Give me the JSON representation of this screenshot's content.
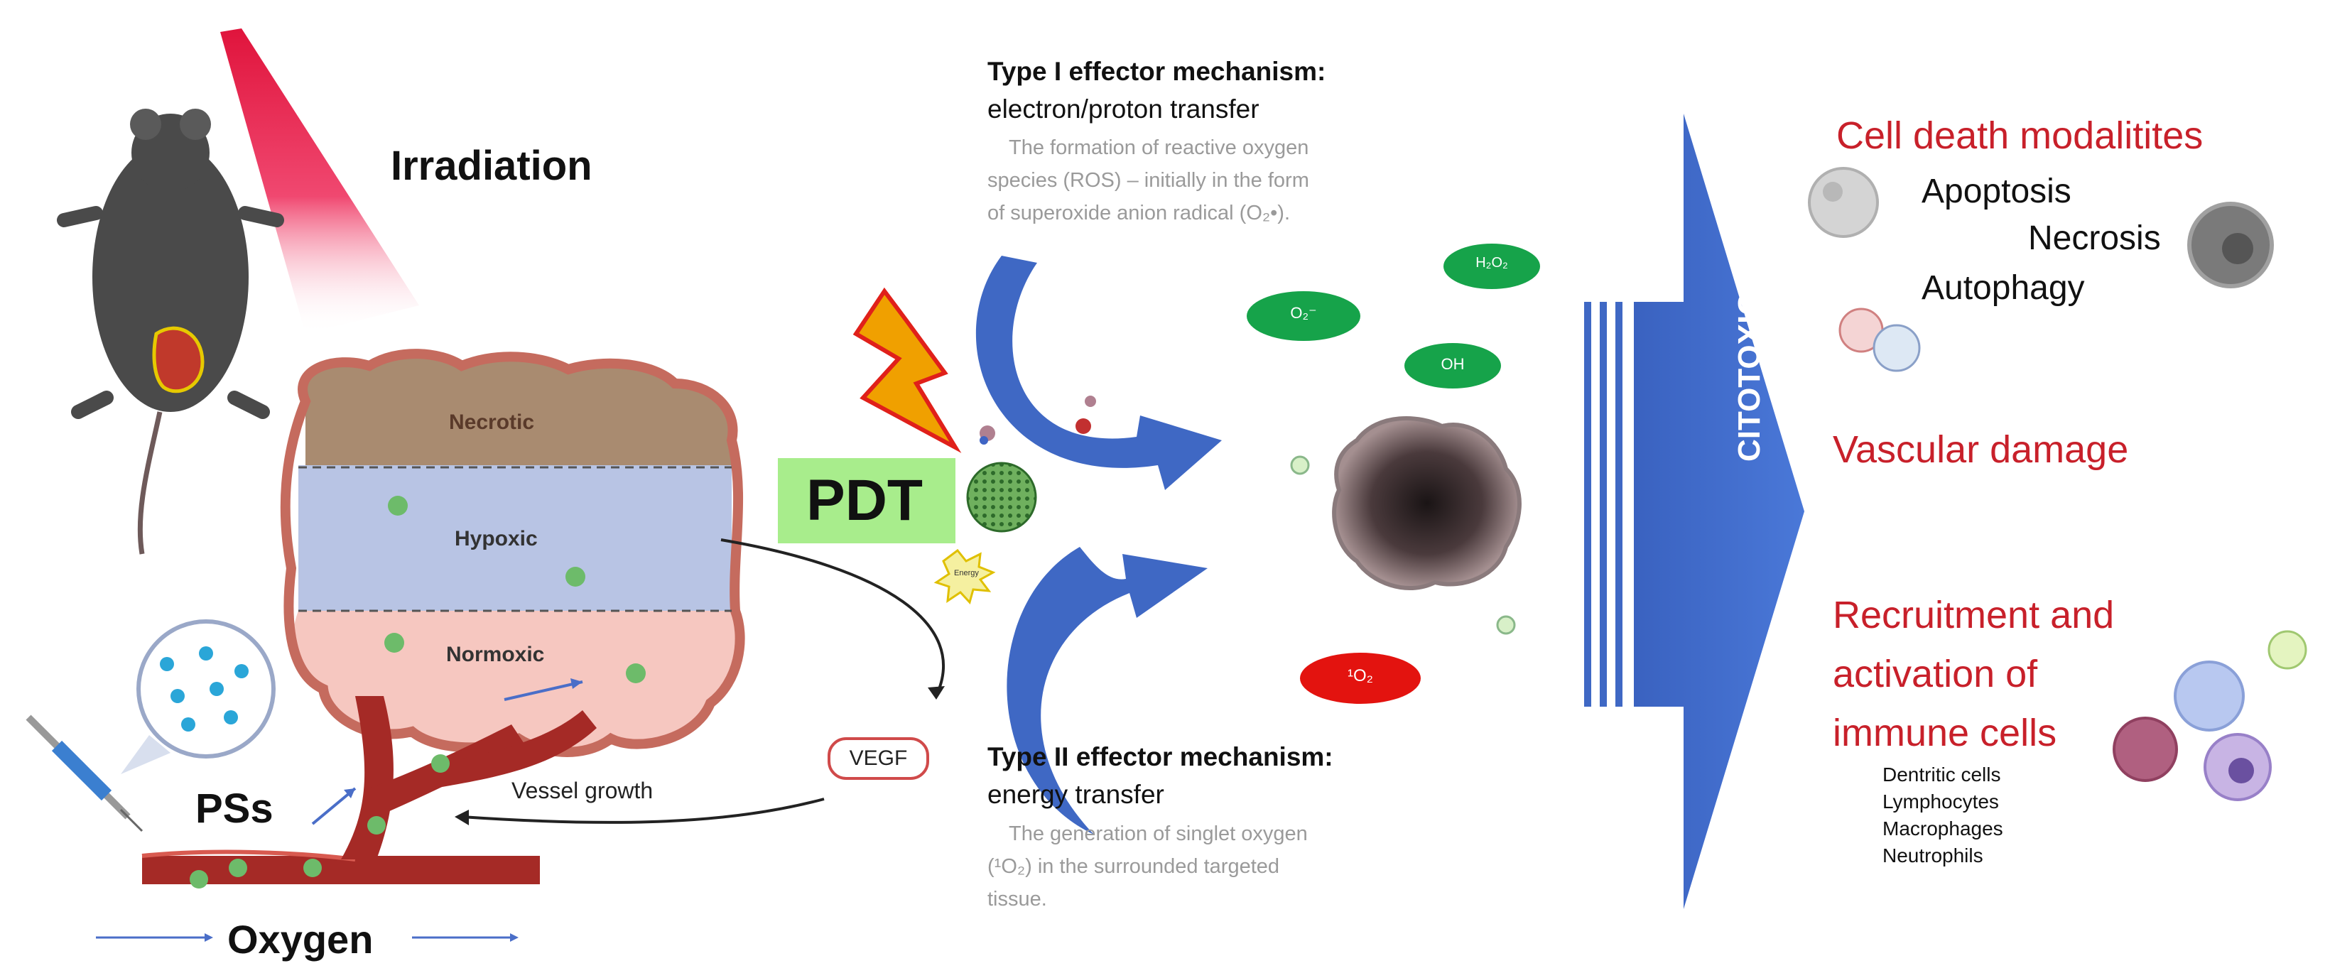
{
  "left": {
    "irradiation": "Irradiation",
    "zones": {
      "necrotic": "Necrotic",
      "hypoxic": "Hypoxic",
      "normoxic": "Normoxic"
    },
    "vegf": "VEGF",
    "vessel_growth": "Vessel growth",
    "pss": "PSs",
    "oxygen": "Oxygen"
  },
  "center": {
    "pdt": "PDT",
    "energy": "Energy",
    "type1": {
      "title": "Type I effector mechanism:",
      "subtitle": "electron/proton transfer",
      "desc1": "The formation of reactive oxygen",
      "desc2": "species (ROS) – initially in the form",
      "desc3": "of superoxide anion radical (O₂•)."
    },
    "type2": {
      "title": "Type II effector mechanism:",
      "subtitle": "energy transfer",
      "desc1": "The generation of singlet oxygen",
      "desc2": "(¹O₂) in the surrounded targeted",
      "desc3": "tissue."
    },
    "ros": {
      "h2o2": "H₂O₂",
      "o2": "O₂⁻",
      "oh": "OH",
      "singlet": "¹O₂"
    },
    "citotoxicity": "CITOTOXICITY"
  },
  "right": {
    "cell_death": "Cell death modalitites",
    "apoptosis": "Apoptosis",
    "necrosis": "Necrosis",
    "autophagy": "Autophagy",
    "vascular": "Vascular damage",
    "immune1": "Recruitment and",
    "immune2": "activation of",
    "immune3": "immune cells",
    "cells": [
      "Dentritic cells",
      "Lymphocytes",
      "Macrophages",
      "Neutrophils"
    ]
  },
  "colors": {
    "red_text": "#c8202a",
    "arrow_blue": "#3f68c4",
    "ros_green": "#16a34a",
    "singlet_red": "#e3130f",
    "pdt_box": "#a8ed8c",
    "tumor_outline": "#c56b5e",
    "vessel": "#a52a26"
  }
}
